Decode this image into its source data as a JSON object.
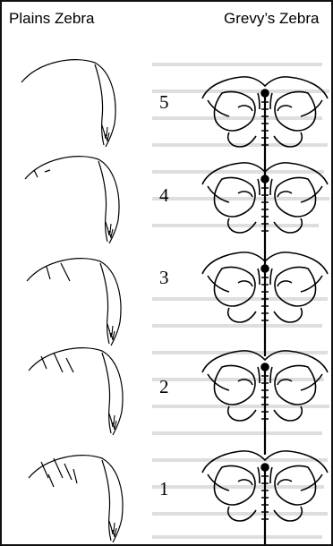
{
  "headers": {
    "plains": "Plains Zebra",
    "grevy": "Grevy’s Zebra"
  },
  "scores": [
    "5",
    "4",
    "3",
    "2",
    "1"
  ],
  "colors": {
    "line": "#000000",
    "faint_text": "#d9d9d9",
    "border": "#111111"
  },
  "icons": {
    "plains_rump": "plains-zebra-rump-outline",
    "grevy_rump": "grevy-zebra-rump-outline"
  }
}
